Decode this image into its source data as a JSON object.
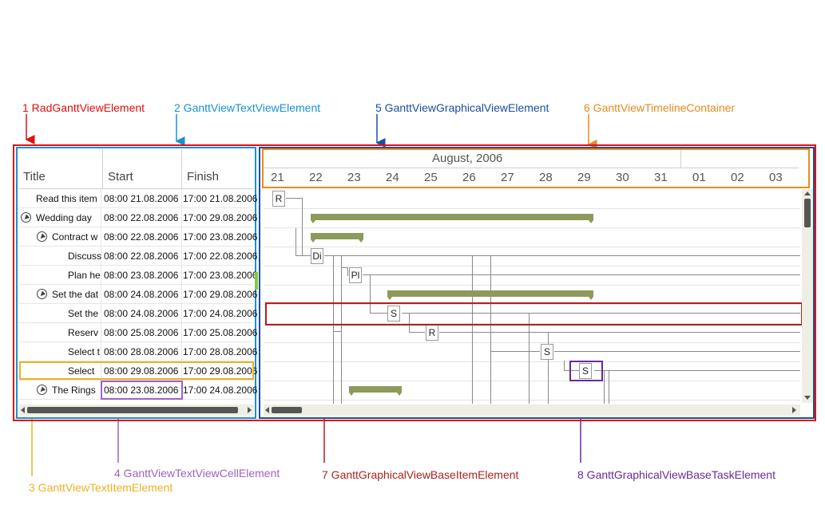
{
  "annotations": {
    "a1": "1 RadGanttViewElement",
    "a2": "2 GanttViewTextViewElement",
    "a3": "3 GanttViewTextItemElement",
    "a4": "4 GanttViewTextViewCellElement",
    "a5": "5 GanttViewGraphicalViewElement",
    "a6": "6 GanttViewTimelineContainer",
    "a7": "7 GanttGraphicalViewBaseItemElement",
    "a8": "8 GanttGraphicalViewBaseTaskElement"
  },
  "colors": {
    "a1": "#e01010",
    "a2": "#1a8fd8",
    "a3": "#f0b020",
    "a4": "#a060c8",
    "a5": "#1a4fa0",
    "a6": "#e88a20",
    "a7": "#b02020",
    "a8": "#6a2a9a",
    "summary_bar": "#8c9a5b"
  },
  "columns": {
    "title": "Title",
    "start": "Start",
    "finish": "Finish"
  },
  "rows": [
    {
      "title": "Read this item",
      "start": "08:00 21.08.2006",
      "finish": "17:00 21.08.2006",
      "expander": false
    },
    {
      "title": "Wedding day",
      "start": "08:00 22.08.2006",
      "finish": "17:00 29.08.2006",
      "expander": true
    },
    {
      "title": "Contract w",
      "start": "08:00 22.08.2006",
      "finish": "17:00 23.08.2006",
      "expander": true
    },
    {
      "title": "Discuss",
      "start": "08:00 22.08.2006",
      "finish": "17:00 22.08.2006",
      "expander": false
    },
    {
      "title": "Plan he",
      "start": "08:00 23.08.2006",
      "finish": "17:00 23.08.2006",
      "expander": false
    },
    {
      "title": "Set the dat",
      "start": "08:00 24.08.2006",
      "finish": "17:00 29.08.2006",
      "expander": true
    },
    {
      "title": "Set the",
      "start": "08:00 24.08.2006",
      "finish": "17:00 24.08.2006",
      "expander": false
    },
    {
      "title": "Reserv",
      "start": "08:00 25.08.2006",
      "finish": "17:00 25.08.2006",
      "expander": false
    },
    {
      "title": "Select t",
      "start": "08:00 28.08.2006",
      "finish": "17:00 28.08.2006",
      "expander": false
    },
    {
      "title": "Select",
      "start": "08:00 29.08.2006",
      "finish": "17:00 29.08.2006",
      "expander": false
    },
    {
      "title": "The Rings",
      "start": "08:00 23.08.2006",
      "finish": "17:00 24.08.2006",
      "expander": true
    }
  ],
  "timeline": {
    "month": "August, 2006",
    "days": [
      "21",
      "22",
      "23",
      "24",
      "25",
      "26",
      "27",
      "28",
      "29",
      "30",
      "31",
      "01",
      "02",
      "03"
    ]
  },
  "tasks": {
    "t0": "R",
    "t3": "Di",
    "t4": "Pl",
    "t6": "S",
    "t7": "R",
    "t8": "S",
    "t9": "S"
  }
}
